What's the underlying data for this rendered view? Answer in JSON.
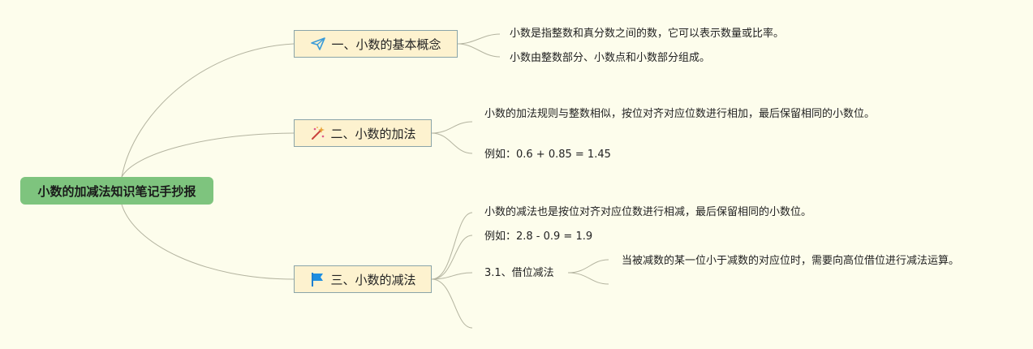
{
  "root": {
    "label": "小数的加减法知识笔记手抄报"
  },
  "branches": [
    {
      "label": "一、小数的基本概念",
      "icon": "paper-plane-icon",
      "notes": [
        "小数是指整数和真分数之间的数，它可以表示数量或比率。",
        "小数由整数部分、小数点和小数部分组成。"
      ]
    },
    {
      "label": "二、小数的加法",
      "icon": "magic-wand-icon",
      "notes": [
        "小数的加法规则与整数相似，按位对齐对应位数进行相加，最后保留相同的小数位。",
        "例如：0.6 + 0.85 = 1.45"
      ]
    },
    {
      "label": "三、小数的减法",
      "icon": "flag-icon",
      "notes": [
        "小数的减法也是按位对齐对应位数进行相减，最后保留相同的小数位。",
        "例如：2.8 - 0.9 = 1.9"
      ],
      "subtopic": {
        "label": "3.1、借位减法",
        "notes": [
          "当被减数的某一位小于减数的对应位时，需要向高位借位进行减法运算。"
        ]
      }
    }
  ],
  "colors": {
    "background": "#fdfdec",
    "root_fill": "#7ec47e",
    "branch_fill": "#fdf2cf",
    "branch_border": "#8aa4a8",
    "connector": "#b4b4a0"
  }
}
